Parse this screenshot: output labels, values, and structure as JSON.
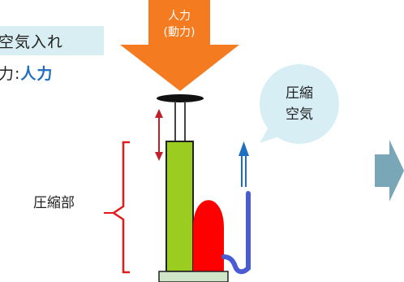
{
  "header": {
    "title": "空気入れ",
    "power_label": "力:",
    "power_value": "人力"
  },
  "diagram": {
    "input_arrow": {
      "line1": "人力",
      "line2": "(動力)",
      "color": "#f47b20"
    },
    "bubble": {
      "line1": "圧縮",
      "line2": "空気",
      "color": "#d6eef4"
    },
    "compression_label": "圧縮部",
    "colors": {
      "cylinder": "#9acd20",
      "tank": "#ff0000",
      "hose": "#4a5bd4",
      "bracket": "#e31b1b",
      "base": "#cfe6c8",
      "next_arrow": "#7aa7b8"
    }
  }
}
